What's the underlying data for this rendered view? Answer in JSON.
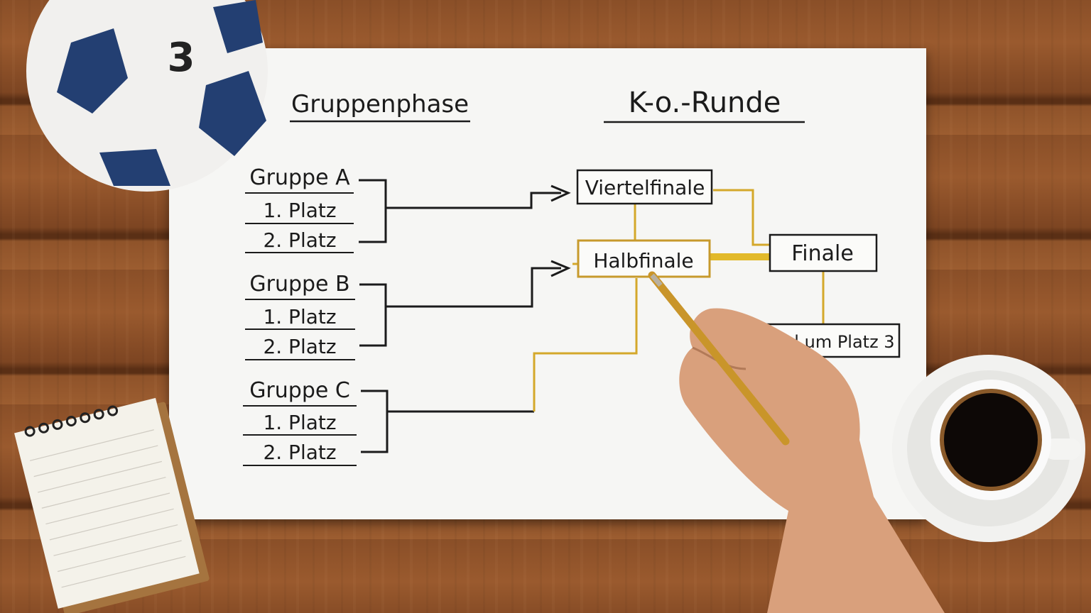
{
  "headings": {
    "group_phase": "Gruppenphase",
    "ko_round": "K-o.-Runde"
  },
  "groups": [
    {
      "name": "Gruppe A",
      "first": "1. Platz",
      "second": "2. Platz"
    },
    {
      "name": "Gruppe B",
      "first": "1. Platz",
      "second": "2. Platz"
    },
    {
      "name": "Gruppe C",
      "first": "1. Platz",
      "second": "2. Platz"
    }
  ],
  "ko": {
    "quarterfinal": "Viertelfinale",
    "semifinal": "Halbfinale",
    "final": "Finale",
    "third_place": "Spiel um Platz 3"
  },
  "ball_number": "3",
  "colors": {
    "ink": "#1b1b1b",
    "gold": "#d4a82a",
    "paper": "#f6f6f4",
    "wood": "#8a4f28"
  }
}
